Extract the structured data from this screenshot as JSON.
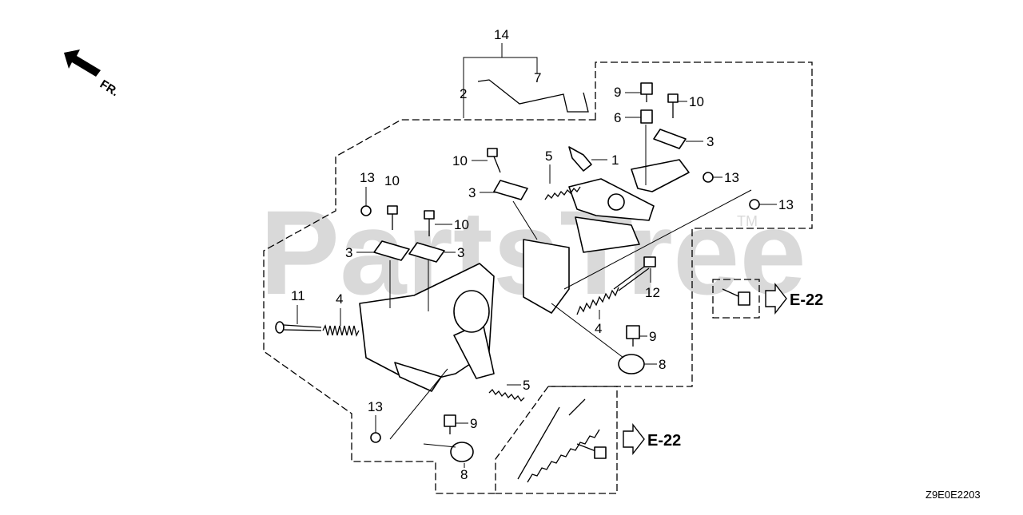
{
  "watermark": {
    "text": "PartsTree",
    "trademark": "TM"
  },
  "front_indicator": "FR.",
  "diagram_code": "Z9E0E2203",
  "references": [
    {
      "id": "ref-upper",
      "label": "E-22"
    },
    {
      "id": "ref-lower",
      "label": "E-22"
    }
  ],
  "callouts": [
    {
      "id": "c14",
      "label": "14"
    },
    {
      "id": "c2",
      "label": "2"
    },
    {
      "id": "c7",
      "label": "7"
    },
    {
      "id": "c9a",
      "label": "9"
    },
    {
      "id": "c10a",
      "label": "10"
    },
    {
      "id": "c6",
      "label": "6"
    },
    {
      "id": "c3a",
      "label": "3"
    },
    {
      "id": "c1",
      "label": "1"
    },
    {
      "id": "c10b",
      "label": "10"
    },
    {
      "id": "c5a",
      "label": "5"
    },
    {
      "id": "c3b",
      "label": "3"
    },
    {
      "id": "c13a",
      "label": "13"
    },
    {
      "id": "c13b",
      "label": "13"
    },
    {
      "id": "c13c",
      "label": "13"
    },
    {
      "id": "c10c",
      "label": "10"
    },
    {
      "id": "c10d",
      "label": "10"
    },
    {
      "id": "c3c",
      "label": "3"
    },
    {
      "id": "c3d",
      "label": "3"
    },
    {
      "id": "c12",
      "label": "12"
    },
    {
      "id": "c11",
      "label": "11"
    },
    {
      "id": "c4a",
      "label": "4"
    },
    {
      "id": "c4b",
      "label": "4"
    },
    {
      "id": "c9b",
      "label": "9"
    },
    {
      "id": "c8a",
      "label": "8"
    },
    {
      "id": "c5b",
      "label": "5"
    },
    {
      "id": "c13d",
      "label": "13"
    },
    {
      "id": "c9c",
      "label": "9"
    },
    {
      "id": "c8b",
      "label": "8"
    }
  ]
}
